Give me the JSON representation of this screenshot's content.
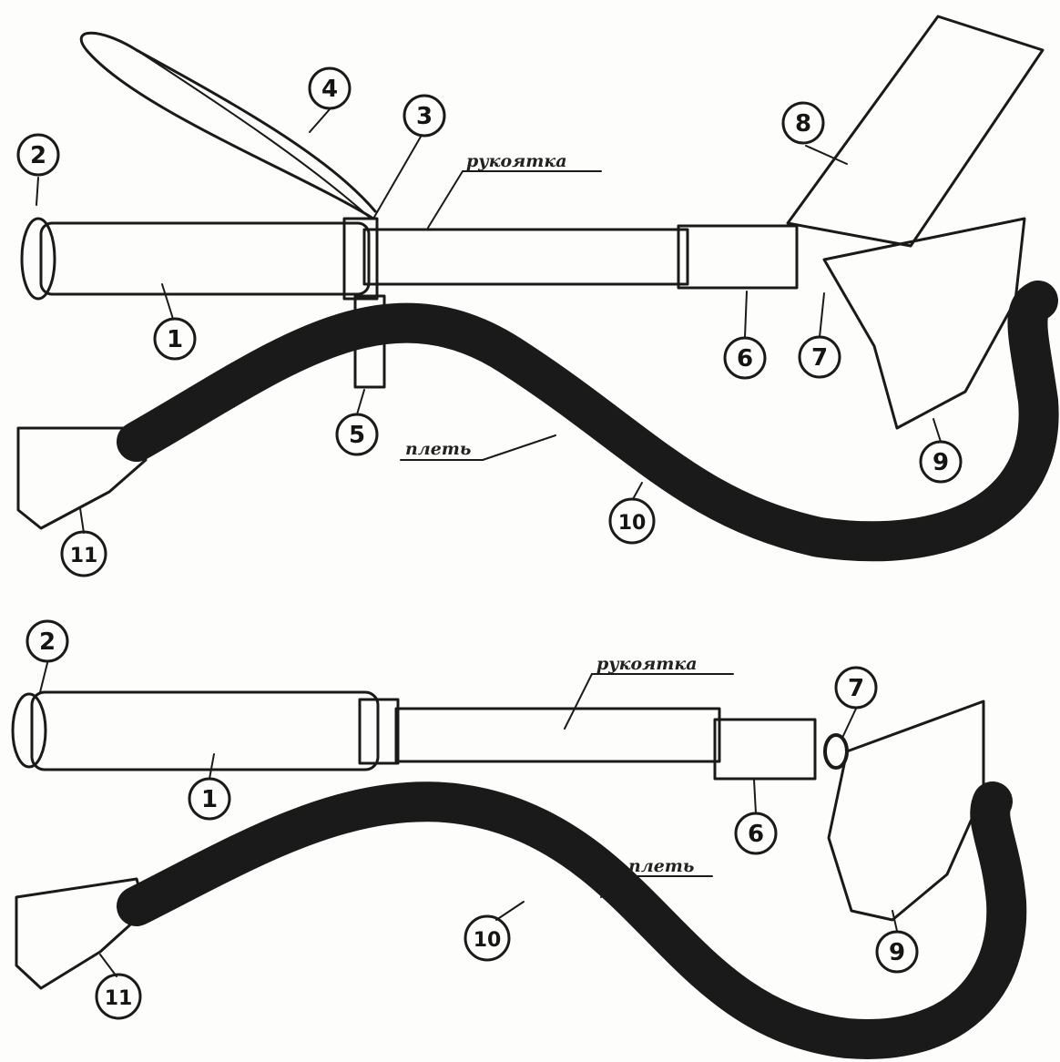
{
  "top_figure": {
    "label_handle": "рукоятка",
    "label_lash": "плеть",
    "callouts": [
      "1",
      "2",
      "3",
      "4",
      "5",
      "6",
      "7",
      "8",
      "9",
      "10",
      "11"
    ]
  },
  "bottom_figure": {
    "label_handle": "рукоятка",
    "label_lash": "плеть",
    "callouts": [
      "1",
      "2",
      "6",
      "7",
      "9",
      "10",
      "11"
    ]
  }
}
